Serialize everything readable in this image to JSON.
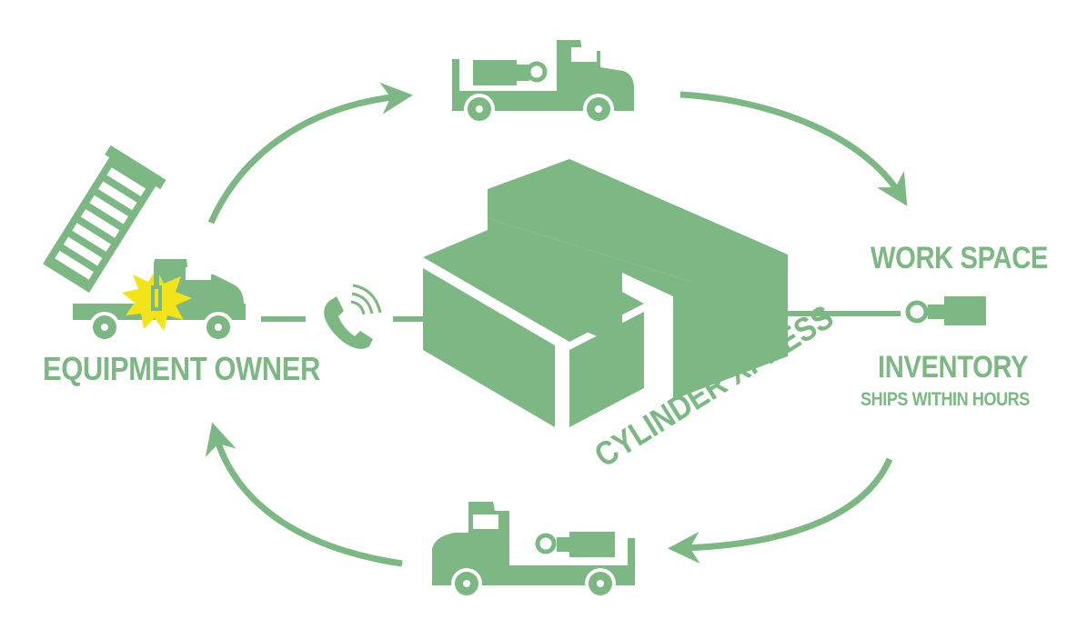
{
  "colors": {
    "primary": "#7cb784",
    "accent": "#f3e41a",
    "background": "#ffffff"
  },
  "labels": {
    "equipment_owner": "EQUIPMENT OWNER",
    "work_space": "WORK SPACE",
    "inventory": "INVENTORY",
    "ships_within_hours": "SHIPS WITHIN HOURS",
    "cylinder_xpress": "CYLINDER XPRESS"
  },
  "icons": {
    "dump_truck": "dump-truck-icon",
    "failure_burst": "burst-icon",
    "phone": "phone-icon",
    "warehouse": "warehouse-icon",
    "cylinder": "hydraulic-cylinder-icon",
    "truck_top": "flatbed-truck-icon",
    "truck_bottom": "flatbed-truck-icon"
  }
}
